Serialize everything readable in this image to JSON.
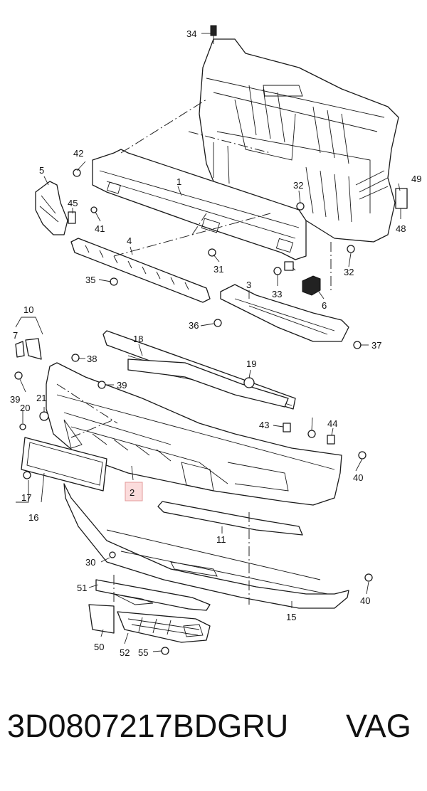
{
  "diagram": {
    "callouts": [
      "34",
      "42",
      "5",
      "45",
      "41",
      "1",
      "4",
      "35",
      "32",
      "31",
      "33",
      "49",
      "48",
      "32",
      "6",
      "3",
      "36",
      "37",
      "10",
      "7",
      "38",
      "39",
      "18",
      "19",
      "21",
      "20",
      "39",
      "43",
      "44",
      "40",
      "17",
      "16",
      "2",
      "11",
      "30",
      "51",
      "50",
      "52",
      "55",
      "15",
      "40"
    ]
  },
  "footer": {
    "part_number": "3D0807217BDGRU",
    "brand": "VAG"
  },
  "colors": {
    "highlight": "#fbdcdc",
    "line": "#1a1a1a"
  }
}
